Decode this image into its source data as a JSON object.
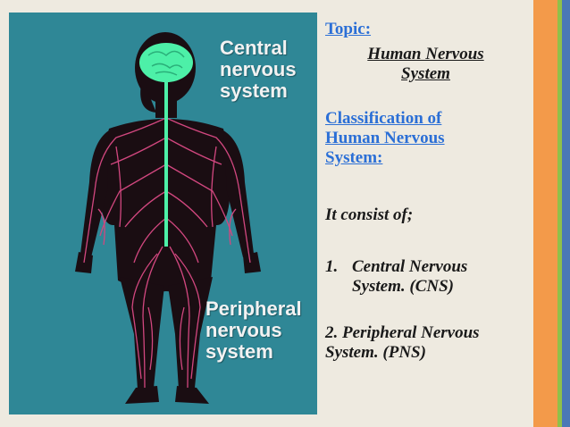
{
  "figure": {
    "cns_label": [
      "Central",
      "nervous",
      "system"
    ],
    "pns_label": [
      "Peripheral",
      "nervous",
      "system"
    ],
    "colors": {
      "background": "#2f8796",
      "body": "#1a0d12",
      "nerves": "#d2477f",
      "brain": "#4df0a8"
    }
  },
  "slide": {
    "topic_label": "Topic:",
    "subject_line1": "Human Nervous",
    "subject_line2": "System",
    "classification_line1": "Classification of",
    "classification_line2": "Human Nervous",
    "classification_line3": "System:",
    "consist": "It consist of;",
    "item1_number": "1.",
    "item1_line1": "Central Nervous",
    "item1_line2": "System. (CNS)",
    "item2_line1": "2. Peripheral Nervous",
    "item2_line2": "System. (PNS)"
  },
  "accent_colors": {
    "orange": "#f39a4a",
    "green": "#8fc04a",
    "blue": "#4a78b6",
    "link": "#2b6fd6"
  }
}
